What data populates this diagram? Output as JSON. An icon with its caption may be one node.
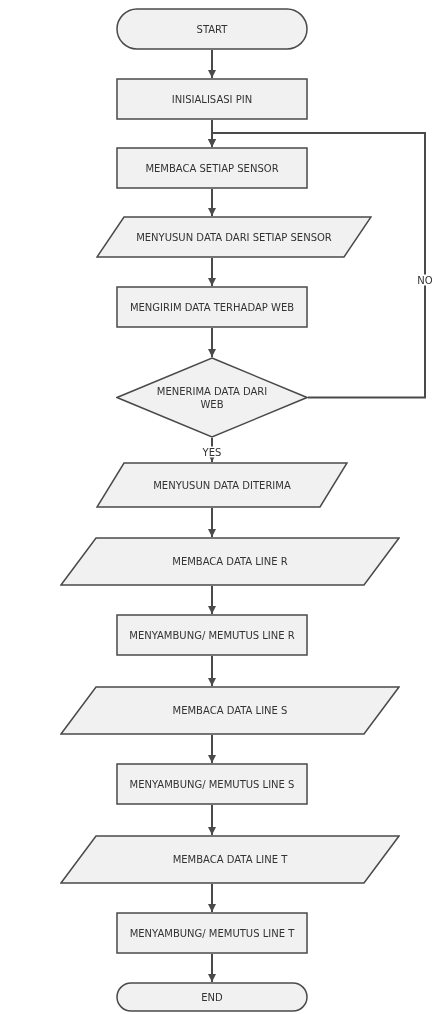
{
  "diagram": {
    "nodes": [
      {
        "text": [
          "START"
        ]
      },
      {
        "text": [
          "INISIALISASI PIN"
        ]
      },
      {
        "text": [
          "MEMBACA SETIAP SENSOR"
        ]
      },
      {
        "text": [
          "MENYUSUN DATA DARI SETIAP SENSOR"
        ]
      },
      {
        "text": [
          "MENGIRIM DATA TERHADAP WEB"
        ]
      },
      {
        "text": [
          "MENERIMA DATA DARI WEB"
        ]
      },
      {
        "text": [
          "MENYUSUN DATA DITERIMA"
        ]
      },
      {
        "text": [
          "MEMBACA DATA LINE R"
        ]
      },
      {
        "text": [
          "MENYAMBUNG/ MEMUTUS LINE R"
        ]
      },
      {
        "text": [
          "MEMBACA DATA LINE S"
        ]
      },
      {
        "text": [
          "MENYAMBUNG/ MEMUTUS LINE S"
        ]
      },
      {
        "text": [
          "MEMBACA DATA LINE T"
        ]
      },
      {
        "text": [
          "MENYAMBUNG/ MEMUTUS LINE T"
        ]
      },
      {
        "text": [
          "END"
        ]
      }
    ],
    "edges": [
      {
        "from": 0,
        "to": 1,
        "arrow": "to"
      },
      {
        "from": 1,
        "to": 2,
        "arrow": "to"
      },
      {
        "from": 2,
        "to": 3,
        "arrow": "to"
      },
      {
        "from": 3,
        "to": 4,
        "arrow": "to"
      },
      {
        "from": 4,
        "to": 5,
        "arrow": "to"
      },
      {
        "from": 5,
        "to": 2,
        "arrow": "to",
        "label": "NO"
      },
      {
        "from": 5,
        "to": 6,
        "arrow": "to",
        "label": "YES"
      },
      {
        "from": 6,
        "to": 7,
        "arrow": "to"
      },
      {
        "from": 7,
        "to": 8,
        "arrow": "to"
      },
      {
        "from": 8,
        "to": 9,
        "arrow": "to"
      },
      {
        "from": 9,
        "to": 10,
        "arrow": "to"
      },
      {
        "from": 10,
        "to": 11,
        "arrow": "to"
      },
      {
        "from": 11,
        "to": 12,
        "arrow": "to"
      },
      {
        "from": 12,
        "to": 13,
        "arrow": "to"
      }
    ]
  }
}
